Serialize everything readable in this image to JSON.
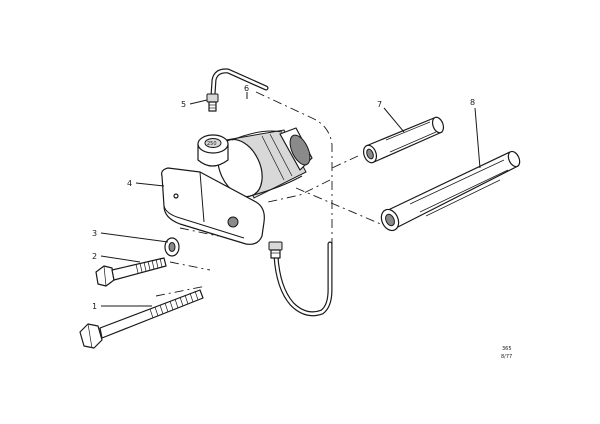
{
  "labels": {
    "p1": "1",
    "p2": "2",
    "p3": "3",
    "p4": "4",
    "p5": "5",
    "p6": "6",
    "p7": "7",
    "p8": "8"
  },
  "cap_marking": "250",
  "drawing_code": {
    "line1": "365",
    "line2": "8/77"
  }
}
